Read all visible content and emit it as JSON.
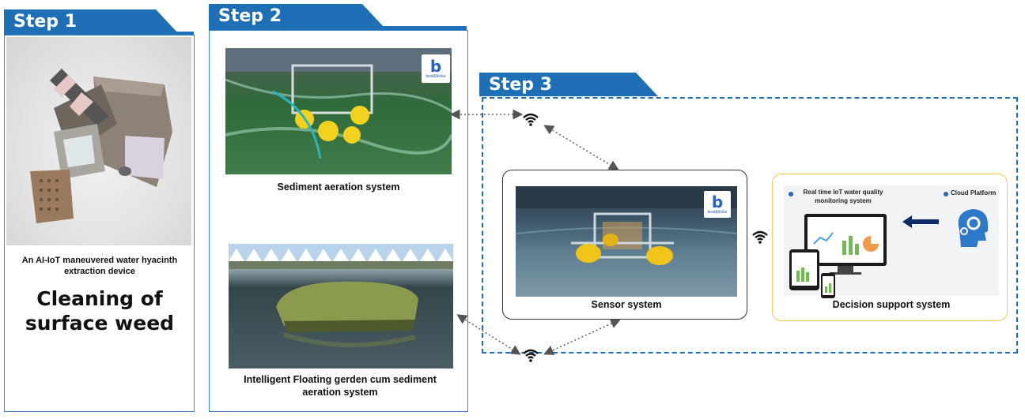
{
  "step1": {
    "tab_label": "Step 1",
    "device_caption": "An AI-IoT maneuvered water hyacinth extraction device",
    "title": "Cleaning of surface weed"
  },
  "step2": {
    "tab_label": "Step 2",
    "aeration_caption": "Sediment aeration system",
    "floating_caption": "Intelligent Floating gerden cum sediment aeration system"
  },
  "step3": {
    "tab_label": "Step 3",
    "sensor_caption": "Sensor system",
    "dss_caption": "Decision support system",
    "monitoring_label": "Real time IoT water quality monitoring system",
    "cloud_label": "Cloud Platform"
  },
  "colors": {
    "accent_blue": "#1f6fb6",
    "panel_border": "#3a86c8",
    "dss_border": "#f2c94c",
    "water_green": "#2f6b3a"
  },
  "icons": [
    "wifi-icon",
    "cloud-brain-icon",
    "arrow-left-icon",
    "logo-icon"
  ]
}
